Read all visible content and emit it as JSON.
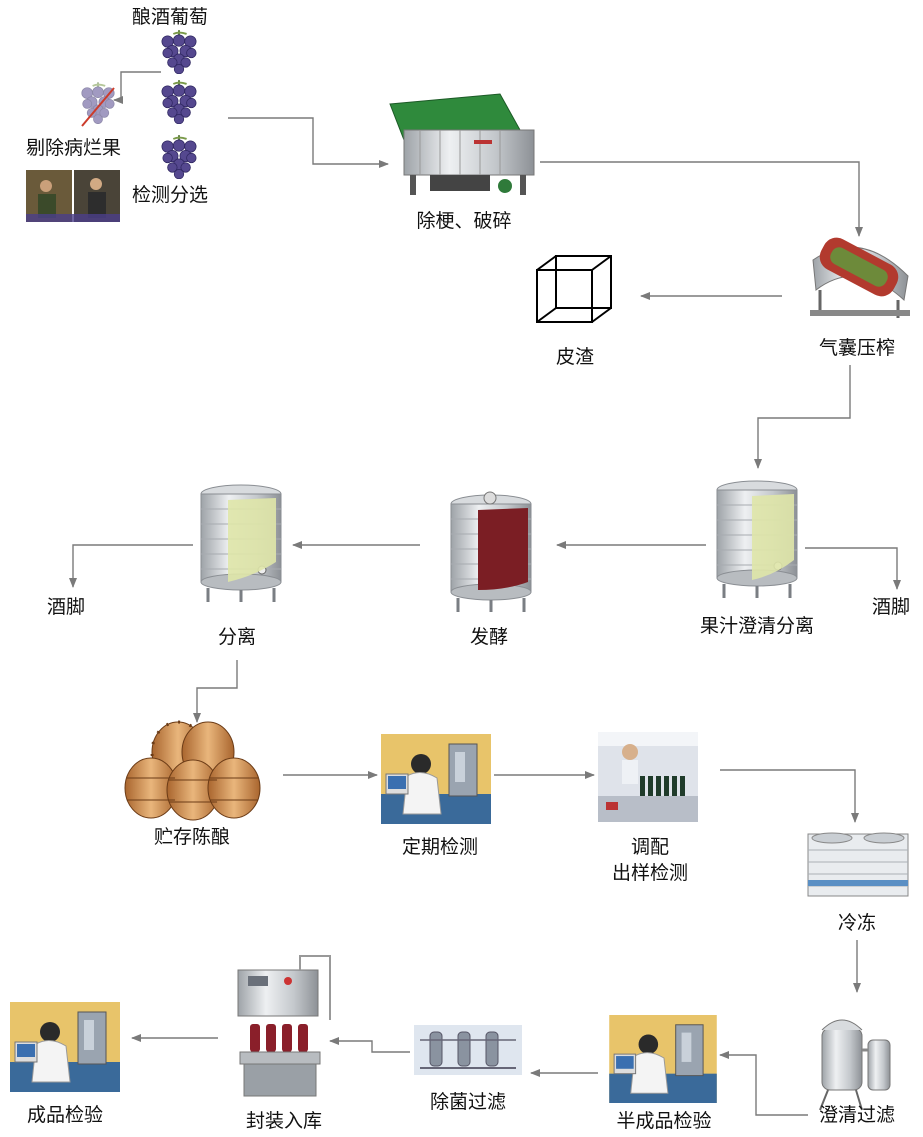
{
  "nodes": {
    "grapes": "酿酒葡萄",
    "remove_rotten": "剔除病烂果",
    "inspect_sort": "检测分选",
    "destem_crush": "除梗、破碎",
    "pomace": "皮渣",
    "pneumatic_press": "气囊压榨",
    "juice_clarification": "果汁澄清分离",
    "lees_right": "酒脚",
    "fermentation": "发酵",
    "separation": "分离",
    "lees_left": "酒脚",
    "aging": "贮存陈酿",
    "periodic_inspection": "定期检测",
    "blending_line1": "调配",
    "blending_line2": "出样检测",
    "freezing": "冷冻",
    "clarify_filter": "澄清过滤",
    "semi_inspection": "半成品检验",
    "sterile_filter": "除菌过滤",
    "bottling": "封装入库",
    "final_inspection": "成品检验"
  },
  "colors": {
    "arrow": "#7a7a7a",
    "tank_steel": "#c9ccd0",
    "must": "#dfe6a8",
    "wine": "#7b1e24",
    "grape": "#4b3f8a",
    "barrel": "#c98a4c"
  }
}
